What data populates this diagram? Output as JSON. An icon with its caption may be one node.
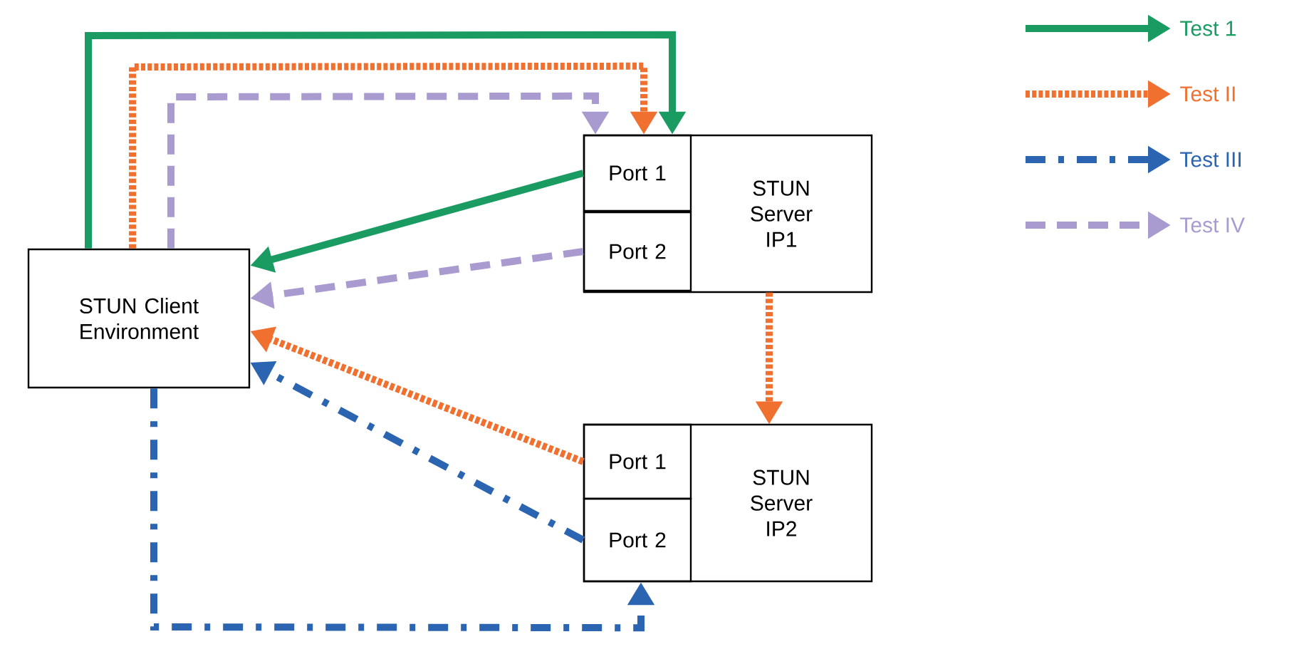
{
  "diagram": {
    "nodes": [
      {
        "text": [
          "STUN Client Environment"
        ]
      },
      {
        "text": [
          "STUN Server IP1"
        ]
      },
      {
        "text": [
          "Port 1"
        ],
        "in": 1
      },
      {
        "text": [
          "Port 2"
        ],
        "in": 1
      },
      {
        "text": [
          "STUN Server IP2"
        ]
      },
      {
        "text": [
          "Port 1"
        ],
        "in": 4
      },
      {
        "text": [
          "Port 2"
        ],
        "in": 4
      }
    ],
    "edges": [
      {
        "from": 0,
        "to": 2,
        "arrow": "to",
        "color": "#1a9b62"
      },
      {
        "from": 2,
        "to": 0,
        "arrow": "to",
        "color": "#1a9b62"
      },
      {
        "from": 0,
        "to": 2,
        "arrow": "to",
        "style": "dashed",
        "color": "#f07030"
      },
      {
        "from": 1,
        "to": 4,
        "arrow": "to",
        "style": "dashed",
        "color": "#f07030"
      },
      {
        "from": 5,
        "to": 0,
        "arrow": "to",
        "style": "dashed",
        "color": "#f07030"
      },
      {
        "from": 0,
        "to": 6,
        "arrow": "to",
        "style": "dashed",
        "color": "#2b64b0"
      },
      {
        "from": 6,
        "to": 0,
        "arrow": "to",
        "style": "dashed",
        "color": "#2b64b0"
      },
      {
        "from": 0,
        "to": 2,
        "arrow": "to",
        "style": "dashed",
        "color": "#a99bd0"
      },
      {
        "from": 3,
        "to": 0,
        "arrow": "to",
        "style": "dashed",
        "color": "#a99bd0"
      }
    ],
    "legend": [
      {
        "text": "Test 1",
        "color": "#1a9b62"
      },
      {
        "text": "Test II",
        "color": "#f07030"
      },
      {
        "text": "Test III",
        "color": "#2b64b0"
      },
      {
        "text": "Test IV",
        "color": "#a99bd0"
      }
    ]
  }
}
